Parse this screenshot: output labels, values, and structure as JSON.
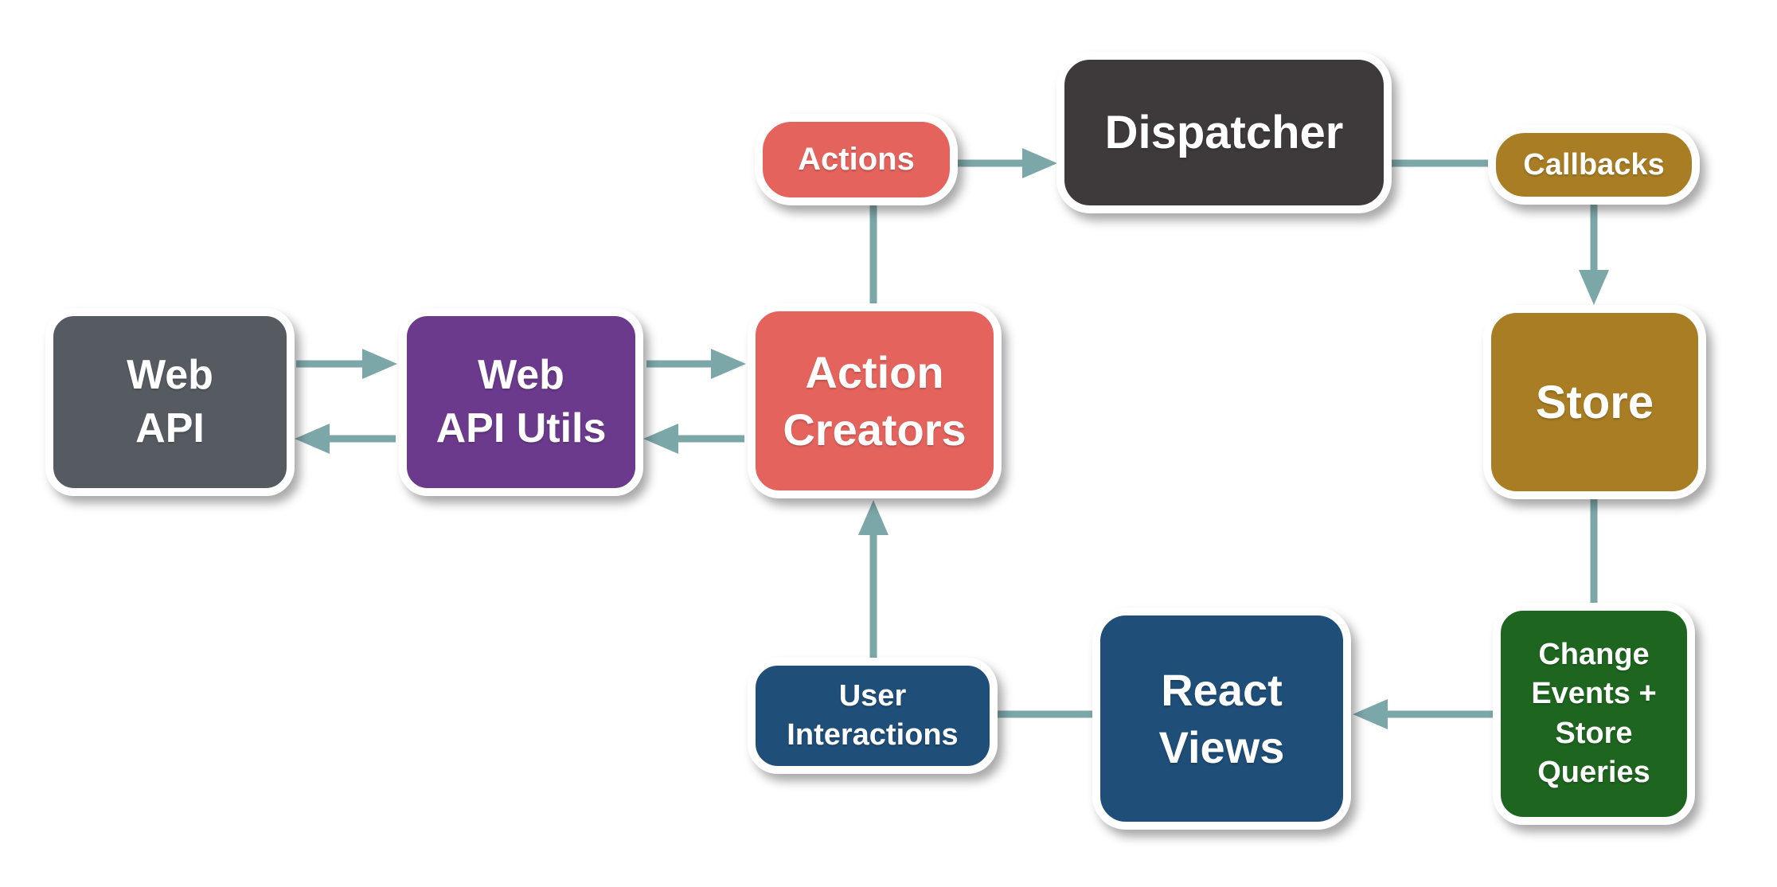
{
  "diagram": {
    "description": "Flux application architecture data-flow diagram",
    "nodes": {
      "web_api": {
        "label": "Web\nAPI",
        "color": "#565B62",
        "shape": "rounded-box"
      },
      "web_api_utils": {
        "label": "Web\nAPI Utils",
        "color": "#6B3A8C",
        "shape": "rounded-box"
      },
      "action_creators": {
        "label": "Action\nCreators",
        "color": "#E5635D",
        "shape": "rounded-box"
      },
      "actions": {
        "label": "Actions",
        "color": "#E5635D",
        "shape": "pill"
      },
      "dispatcher": {
        "label": "Dispatcher",
        "color": "#3E3A3B",
        "shape": "rounded-box"
      },
      "callbacks": {
        "label": "Callbacks",
        "color": "#A87D24",
        "shape": "pill"
      },
      "store": {
        "label": "Store",
        "color": "#A87D24",
        "shape": "rounded-box"
      },
      "change_events": {
        "label": "Change\nEvents +\nStore\nQueries",
        "color": "#1E661F",
        "shape": "rounded-box"
      },
      "react_views": {
        "label": "React\nViews",
        "color": "#1F4E79",
        "shape": "rounded-box"
      },
      "user_interactions": {
        "label": "User\nInteractions",
        "color": "#1F4E79",
        "shape": "rounded-box"
      }
    },
    "edges": [
      {
        "from": "web_api",
        "to": "web_api_utils",
        "arrowhead": true
      },
      {
        "from": "web_api_utils",
        "to": "web_api",
        "arrowhead": true
      },
      {
        "from": "web_api_utils",
        "to": "action_creators",
        "arrowhead": true
      },
      {
        "from": "action_creators",
        "to": "web_api_utils",
        "arrowhead": true
      },
      {
        "from": "action_creators",
        "to": "actions",
        "arrowhead": false
      },
      {
        "from": "actions",
        "to": "dispatcher",
        "arrowhead": true
      },
      {
        "from": "dispatcher",
        "to": "callbacks",
        "arrowhead": false
      },
      {
        "from": "callbacks",
        "to": "store",
        "arrowhead": true
      },
      {
        "from": "store",
        "to": "change_events",
        "arrowhead": false
      },
      {
        "from": "change_events",
        "to": "react_views",
        "arrowhead": true
      },
      {
        "from": "react_views",
        "to": "user_interactions",
        "arrowhead": false
      },
      {
        "from": "user_interactions",
        "to": "action_creators",
        "arrowhead": true
      }
    ],
    "colors": {
      "connector": "#7CA7A9",
      "node_border": "#FFFFFF",
      "text": "#FFFFFF",
      "background": "#FFFFFF"
    }
  }
}
